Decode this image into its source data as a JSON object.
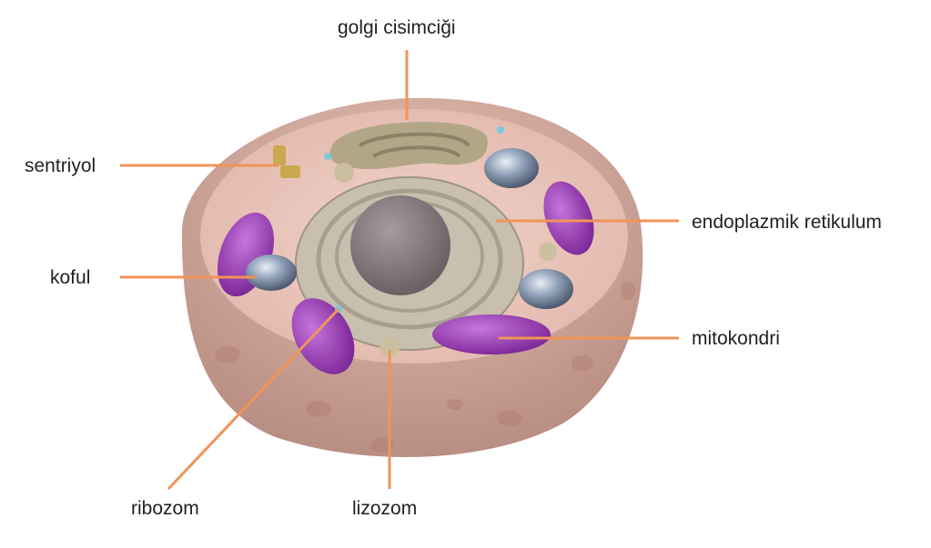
{
  "title": "Animal cell diagram",
  "labels": {
    "golgi": "golgi cisimciği",
    "centriole": "sentriyol",
    "er": "endoplazmik retikulum",
    "vacuole": "koful",
    "mitochondria": "mitokondri",
    "ribosome": "ribozom",
    "lysosome": "lizozom"
  },
  "colors": {
    "leader_line": "#f0945a",
    "membrane": "#d9b3a6",
    "cytoplasm": "#e8c4bb",
    "mitochondria": "#9b3fb5",
    "golgi": "#b5a88a",
    "nucleus": "#8a8185",
    "vacuole": "#8c9bb0"
  }
}
